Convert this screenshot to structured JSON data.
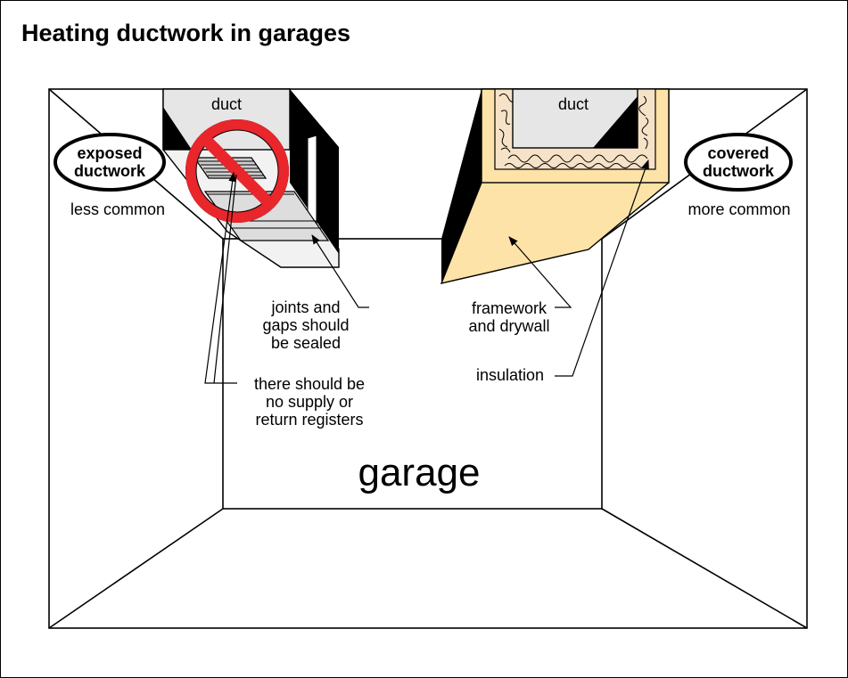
{
  "title": "Heating ductwork in garages",
  "room_label": "garage",
  "left": {
    "badge_line1": "exposed",
    "badge_line2": "ductwork",
    "caption": "less common",
    "duct_label": "duct"
  },
  "right": {
    "badge_line1": "covered",
    "badge_line2": "ductwork",
    "caption": "more common",
    "duct_label": "duct"
  },
  "callouts": {
    "joints_line1": "joints and",
    "joints_line2": "gaps should",
    "joints_line3": "be sealed",
    "registers_line1": "there should be",
    "registers_line2": "no supply or",
    "registers_line3": "return registers",
    "framework_line1": "framework",
    "framework_line2": "and drywall",
    "insulation": "insulation"
  },
  "colors": {
    "drywall": "#fde3a7",
    "duct_face": "#e6e6e6",
    "no_sign": "#e8262b",
    "insulation_fill": "#f6e2c6"
  }
}
